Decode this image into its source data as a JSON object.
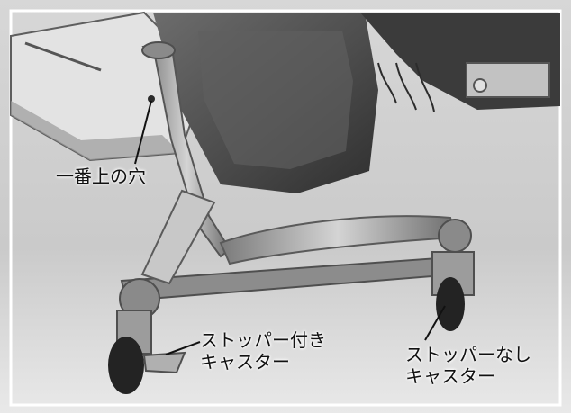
{
  "labels": {
    "top_hole": "一番上の穴",
    "caster_with_stopper": [
      "ストッパー付き",
      "キャスター"
    ],
    "caster_without_stopper": [
      "ストッパーなし",
      "キャスター"
    ]
  },
  "colors": {
    "background": "#ffffff",
    "photo_light": "#d9d9d9",
    "photo_mid": "#8e8e8e",
    "photo_dark": "#2d2d2d",
    "metal": "#b7b7b7",
    "text": "#111111"
  }
}
